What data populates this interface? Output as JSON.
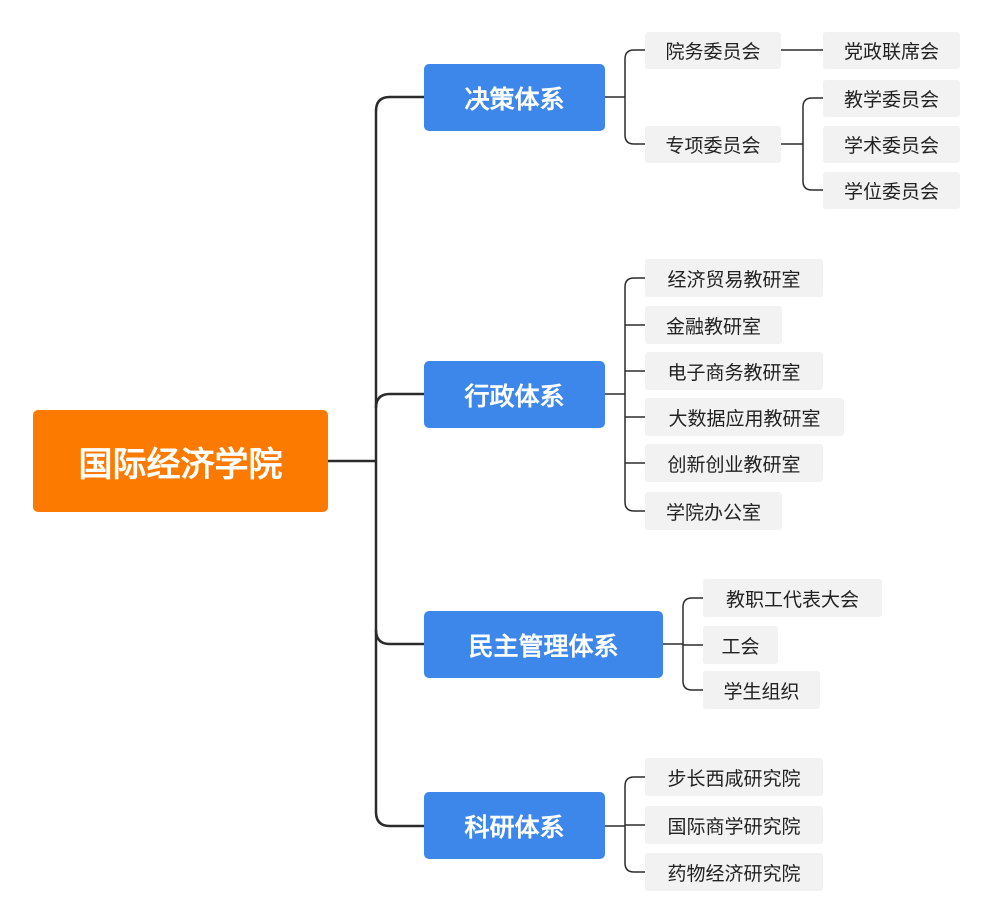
{
  "colors": {
    "root": "#fd7a00",
    "branch": "#3e87ea",
    "leaf": "#f2f2f2",
    "line": "#2b2b2b"
  },
  "root": "国际经济学院",
  "branches": [
    {
      "label": "决策体系",
      "children": [
        {
          "label": "院务委员会",
          "children": [
            "党政联席会"
          ]
        },
        {
          "label": "专项委员会",
          "children": [
            "教学委员会",
            "学术委员会",
            "学位委员会"
          ]
        }
      ]
    },
    {
      "label": "行政体系",
      "children": [
        {
          "label": "经济贸易教研室"
        },
        {
          "label": "金融教研室"
        },
        {
          "label": "电子商务教研室"
        },
        {
          "label": "大数据应用教研室"
        },
        {
          "label": "创新创业教研室"
        },
        {
          "label": "学院办公室"
        }
      ]
    },
    {
      "label": "民主管理体系",
      "children": [
        {
          "label": "教职工代表大会"
        },
        {
          "label": "工会"
        },
        {
          "label": "学生组织"
        }
      ]
    },
    {
      "label": "科研体系",
      "children": [
        {
          "label": "步长西咸研究院"
        },
        {
          "label": "国际商学研究院"
        },
        {
          "label": "药物经济研究院"
        }
      ]
    }
  ]
}
